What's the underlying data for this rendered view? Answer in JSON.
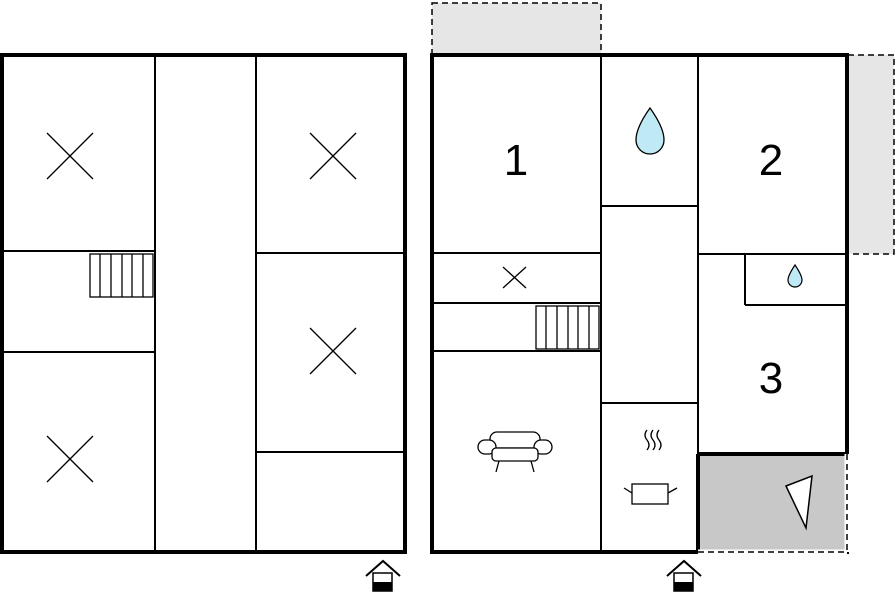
{
  "floor_plans": {
    "right": {
      "rooms": [
        {
          "number": "1"
        },
        {
          "number": "2"
        },
        {
          "number": "3"
        }
      ]
    }
  },
  "colors": {
    "water": "#bfeaf5",
    "terrace": "#c8c8c8",
    "balcony": "#e6e6e6"
  },
  "icons": [
    "bedroom-cross-icon",
    "stairs-icon",
    "water-drop-icon",
    "sofa-icon",
    "cooking-pot-icon",
    "entrance-icon",
    "pennant-icon"
  ]
}
